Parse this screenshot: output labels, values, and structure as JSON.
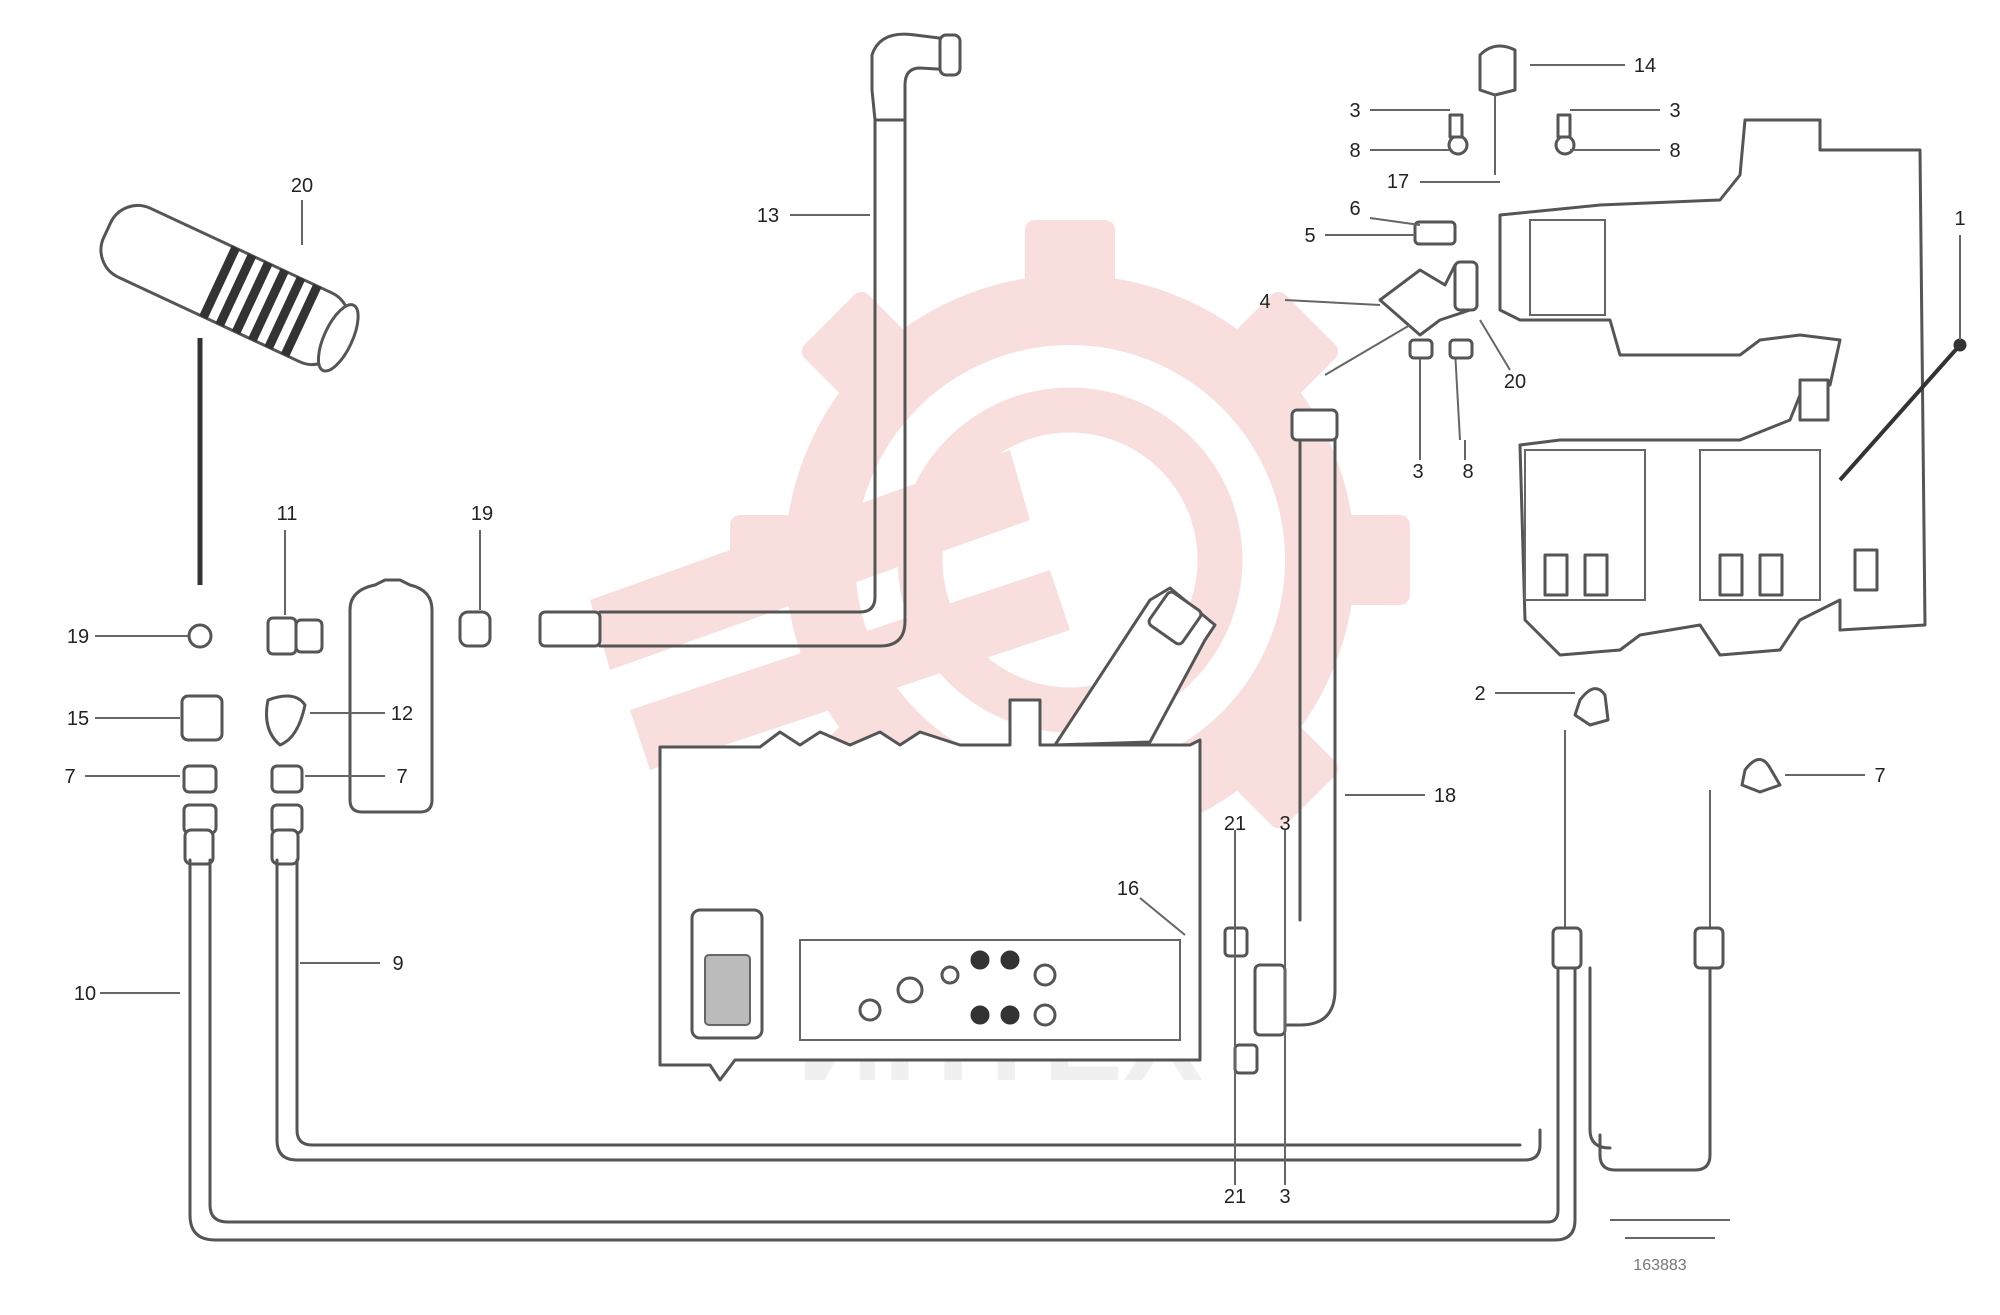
{
  "diagram": {
    "watermark_text": "ИНТЕХ",
    "watermark_color": "#f2b8b8",
    "callouts": {
      "c1_20": "20",
      "c2_13": "13",
      "c3_14": "14",
      "c4_3a": "3",
      "c5_3b": "3",
      "c6_8a": "8",
      "c7_8b": "8",
      "c8_17": "17",
      "c9_6": "6",
      "c10_5": "5",
      "c11_4": "4",
      "c12_1": "1",
      "c13_20b": "20",
      "c14_3c": "3",
      "c15_8c": "8",
      "c16_11": "11",
      "c17_19a": "19",
      "c18_19b": "19",
      "c19_12": "12",
      "c20_15": "15",
      "c21_7a": "7",
      "c22_7b": "7",
      "c23_2": "2",
      "c24_7c": "7",
      "c25_18": "18",
      "c26_16": "16",
      "c27_21a": "21",
      "c28_3d": "3",
      "c29_9": "9",
      "c30_10": "10",
      "c31_21b": "21",
      "c32_3e": "3"
    },
    "reference_code": "163883"
  }
}
